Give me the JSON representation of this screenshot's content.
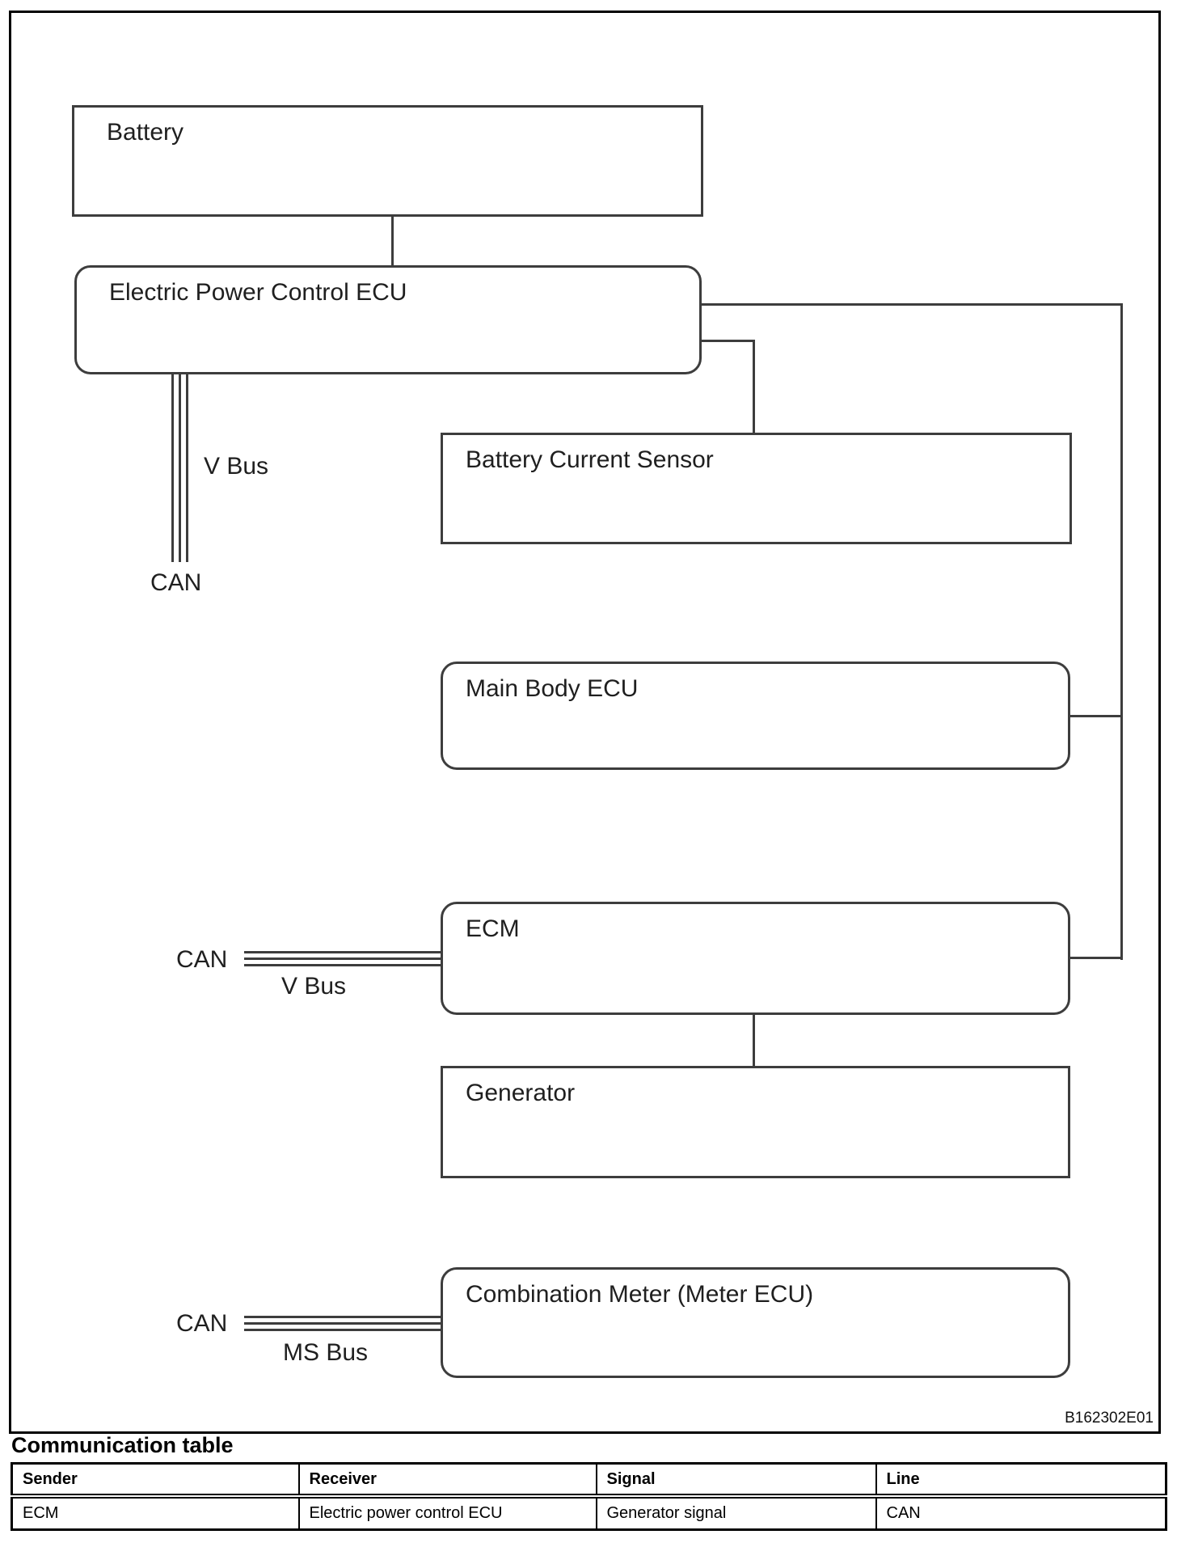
{
  "diagram": {
    "boxes": {
      "battery": {
        "label": "Battery"
      },
      "epc": {
        "label": "Electric Power Control ECU"
      },
      "bcs": {
        "label": "Battery Current Sensor"
      },
      "mbecu": {
        "label": "Main Body ECU"
      },
      "ecm": {
        "label": "ECM"
      },
      "generator": {
        "label": "Generator"
      },
      "cm": {
        "label": "Combination Meter (Meter ECU)"
      }
    },
    "wire_labels": {
      "vbus_top": "V Bus",
      "can_top": "CAN",
      "can_ecm": "CAN",
      "vbus_ecm": "V Bus",
      "can_cm": "CAN",
      "msbus_cm": "MS Bus"
    },
    "figure_code": "B162302E01",
    "line_color": "#3d3d3d"
  },
  "comm_table": {
    "heading": "Communication table",
    "columns": [
      "Sender",
      "Receiver",
      "Signal",
      "Line"
    ],
    "rows": [
      [
        "ECM",
        "Electric power control ECU",
        "Generator signal",
        "CAN"
      ]
    ]
  }
}
